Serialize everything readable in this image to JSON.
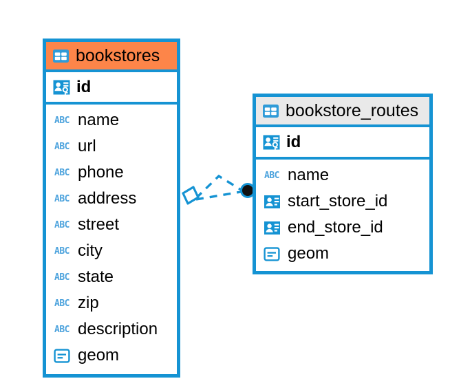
{
  "diagram": {
    "type": "entity-relationship-diagram",
    "colors": {
      "border": "#1593d3",
      "header_accent_primary": "#fd8549",
      "header_accent_secondary": "#e9e9e9",
      "icon_blue": "#1593d3",
      "abc_blue": "#4da3dd",
      "text": "#000000",
      "connector": "#1593d3",
      "connector_endpoint_fill": "#111111"
    },
    "entities": [
      {
        "name": "bookstores",
        "header_icon": "table-icon",
        "header_style": "accent-orange",
        "primary_key": {
          "label": "id",
          "icon": "primary-key-icon"
        },
        "fields": [
          {
            "label": "name",
            "icon": "text-field-icon"
          },
          {
            "label": "url",
            "icon": "text-field-icon"
          },
          {
            "label": "phone",
            "icon": "text-field-icon"
          },
          {
            "label": "address",
            "icon": "text-field-icon"
          },
          {
            "label": "street",
            "icon": "text-field-icon"
          },
          {
            "label": "city",
            "icon": "text-field-icon"
          },
          {
            "label": "state",
            "icon": "text-field-icon"
          },
          {
            "label": "zip",
            "icon": "text-field-icon"
          },
          {
            "label": "description",
            "icon": "text-field-icon"
          },
          {
            "label": "geom",
            "icon": "geometry-field-icon"
          }
        ]
      },
      {
        "name": "bookstore_routes",
        "header_icon": "table-icon",
        "header_style": "accent-gray",
        "primary_key": {
          "label": "id",
          "icon": "primary-key-icon"
        },
        "fields": [
          {
            "label": "name",
            "icon": "text-field-icon"
          },
          {
            "label": "start_store_id",
            "icon": "foreign-key-icon"
          },
          {
            "label": "end_store_id",
            "icon": "foreign-key-icon"
          },
          {
            "label": "geom",
            "icon": "geometry-field-icon"
          }
        ]
      }
    ],
    "relationship": {
      "from_entity": "bookstores",
      "to_entity": "bookstore_routes",
      "line_style": "dashed",
      "source_marker": "diamond",
      "target_marker": "filled-circle"
    },
    "icon_glyph_text": {
      "text_field": "ABC"
    }
  }
}
